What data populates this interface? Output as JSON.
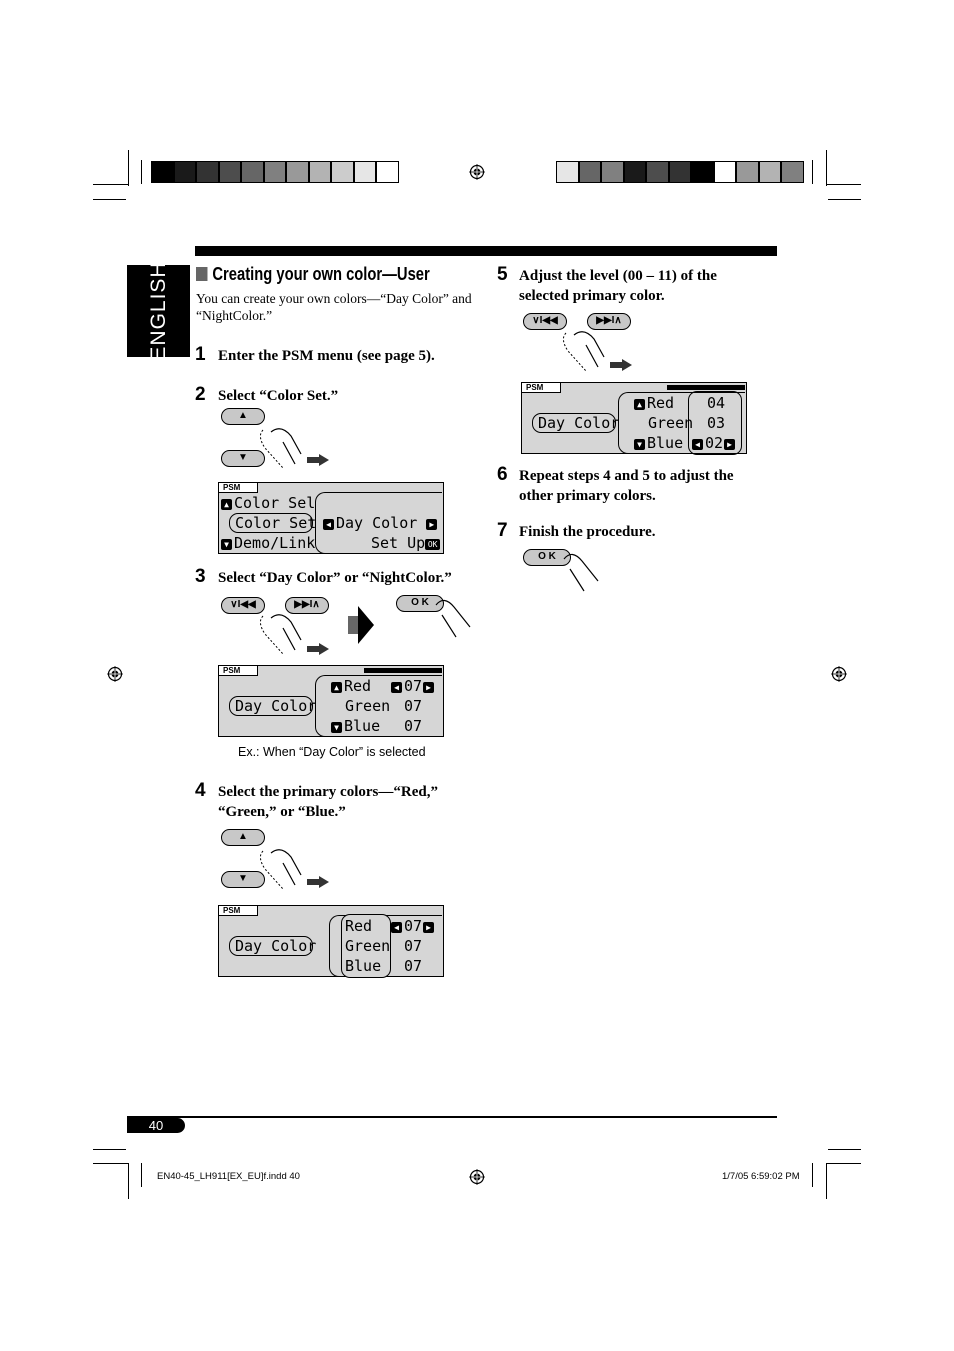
{
  "language_tab": "ENGLISH",
  "section": {
    "title": "Creating your own color—User",
    "intro": "You can create your own colors—“Day Color” and “NightColor.”"
  },
  "steps": [
    {
      "num": "1",
      "text": "Enter the PSM menu (see page 5)."
    },
    {
      "num": "2",
      "text": "Select “Color Set.”"
    },
    {
      "num": "3",
      "text": "Select “Day Color” or “NightColor.”"
    },
    {
      "num": "4",
      "text": "Select the primary colors—“Red,” “Green,” or “Blue.”"
    },
    {
      "num": "5",
      "text": "Adjust the level (00 – 11) of the selected primary color."
    },
    {
      "num": "6",
      "text": "Repeat steps 4 and 5 to adjust the other primary colors."
    },
    {
      "num": "7",
      "text": "Finish the procedure."
    }
  ],
  "buttons": {
    "ok": "O K",
    "prev": "∨I◀◀",
    "next": "▶▶I∧"
  },
  "displays": {
    "psm_label": "PSM",
    "d1": {
      "r1": "Color Sel",
      "r2": "Color Set",
      "r3": "Demo/Link",
      "r2b": "Day Color",
      "r3b": "Set Up"
    },
    "d2": {
      "left": "Day Color",
      "red": "Red",
      "green": "Green",
      "blue": "Blue",
      "v1": "07",
      "v2": "07",
      "v3": "07"
    },
    "d3": {
      "left": "Day Color",
      "red": "Red",
      "green": "Green",
      "blue": "Blue",
      "v1": "07",
      "v2": "07",
      "v3": "07"
    },
    "d4": {
      "left": "Day Color",
      "red": "Red",
      "green": "Green",
      "blue": "Blue",
      "v1": "04",
      "v2": "03",
      "v3": "02"
    }
  },
  "caption": "Ex.: When “Day Color” is selected",
  "page_number": "40",
  "footer": {
    "left": "EN40-45_LH911[EX_EU]f.indd   40",
    "right": "1/7/05   6:59:02 PM"
  },
  "colors": {
    "swatch_left": [
      "#000000",
      "#1a1a1a",
      "#333333",
      "#4d4d4d",
      "#666666",
      "#808080",
      "#999999",
      "#b3b3b3",
      "#cccccc",
      "#e6e6e6",
      "#ffffff"
    ],
    "swatch_right": [
      "#e6e6e6",
      "#666666",
      "#808080",
      "#1a1a1a",
      "#4d4d4d",
      "#333333",
      "#000000",
      "#ffffff",
      "#999999",
      "#b3b3b3",
      "#808080"
    ]
  }
}
